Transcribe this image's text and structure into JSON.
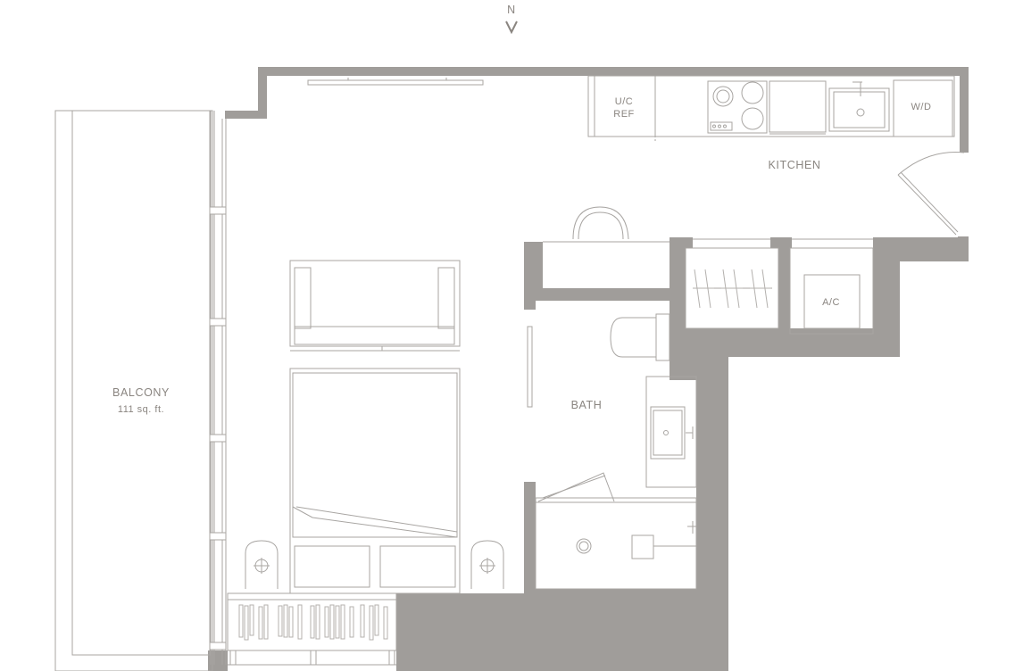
{
  "compass": {
    "label": "N",
    "icon": "north-arrow-icon"
  },
  "rooms": {
    "balcony": {
      "name": "BALCONY",
      "area": "111 sq. ft."
    },
    "kitchen": {
      "name": "KITCHEN"
    },
    "bath": {
      "name": "BATH"
    }
  },
  "fixtures": {
    "ref_line1": "U/C",
    "ref_line2": "REF",
    "washer_dryer": "W/D",
    "ac": "A/C"
  },
  "colors": {
    "wall": "#a09d9a",
    "line": "#a8a5a2",
    "text": "#8a8580"
  }
}
